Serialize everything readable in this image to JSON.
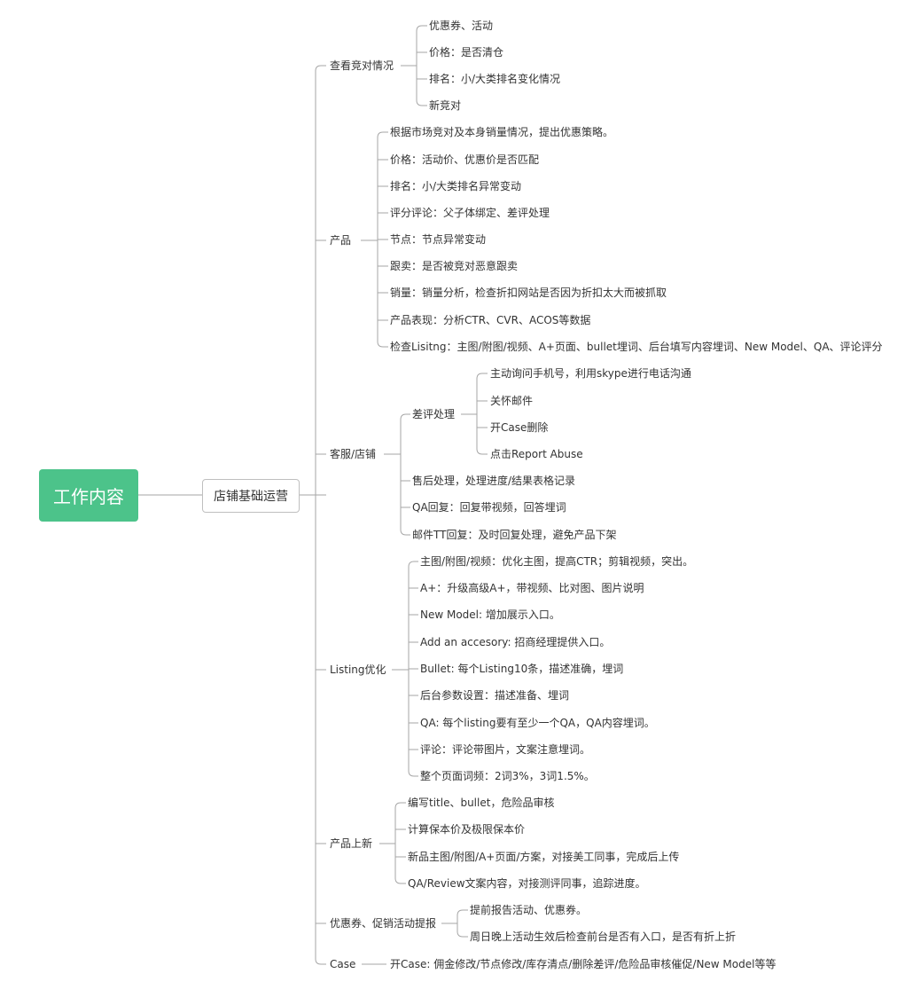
{
  "mindmap": {
    "root": "工作内容",
    "hub": "店铺基础运营",
    "line_color": "#a6a6a6",
    "root_color": "#4cc38a",
    "sections": [
      {
        "label": "查看竞对情况",
        "children": [
          "优惠券、活动",
          "价格：是否清仓",
          "排名：小/大类排名变化情况",
          "新竞对"
        ]
      },
      {
        "label": "产品",
        "children": [
          "根据市场竞对及本身销量情况，提出优惠策略。",
          "价格：活动价、优惠价是否匹配",
          "排名：小/大类排名异常变动",
          "评分评论：父子体绑定、差评处理",
          "节点：节点异常变动",
          "跟卖：是否被竞对恶意跟卖",
          "销量：销量分析，检查折扣网站是否因为折扣太大而被抓取",
          "产品表现：分析CTR、CVR、ACOS等数据",
          "检查Lisitng：主图/附图/视频、A+页面、bullet埋词、后台填写内容埋词、New Model、QA、评论评分"
        ]
      },
      {
        "label": "客服/店铺",
        "sub": {
          "label": "差评处理",
          "children": [
            "主动询问手机号，利用skype进行电话沟通",
            "关怀邮件",
            "开Case删除",
            "点击Report Abuse"
          ]
        },
        "children": [
          "售后处理，处理进度/结果表格记录",
          "QA回复：回复带视频，回答埋词",
          "邮件TT回复：及时回复处理，避免产品下架"
        ]
      },
      {
        "label": "Listing优化",
        "children": [
          "主图/附图/视频：优化主图，提高CTR；剪辑视频，突出。",
          "A+：升级高级A+，带视频、比对图、图片说明",
          "New Model: 增加展示入口。",
          "Add an accesory: 招商经理提供入口。",
          "Bullet: 每个Listing10条，描述准确，埋词",
          "后台参数设置：描述准备、埋词",
          "QA: 每个listing要有至少一个QA，QA内容埋词。",
          "评论：评论带图片，文案注意埋词。",
          "整个页面词频：2词3%，3词1.5%。"
        ]
      },
      {
        "label": "产品上新",
        "children": [
          "编写title、bullet，危险品审核",
          "计算保本价及极限保本价",
          "新品主图/附图/A+页面/方案，对接美工同事，完成后上传",
          "QA/Review文案内容，对接测评同事，追踪进度。"
        ]
      },
      {
        "label": "优惠券、促销活动提报",
        "children": [
          "提前报告活动、优惠券。",
          "周日晚上活动生效后检查前台是否有入口，是否有折上折"
        ]
      },
      {
        "label": "Case",
        "children": [
          "开Case: 佣金修改/节点修改/库存清点/删除差评/危险品审核催促/New Model等等"
        ]
      }
    ]
  }
}
